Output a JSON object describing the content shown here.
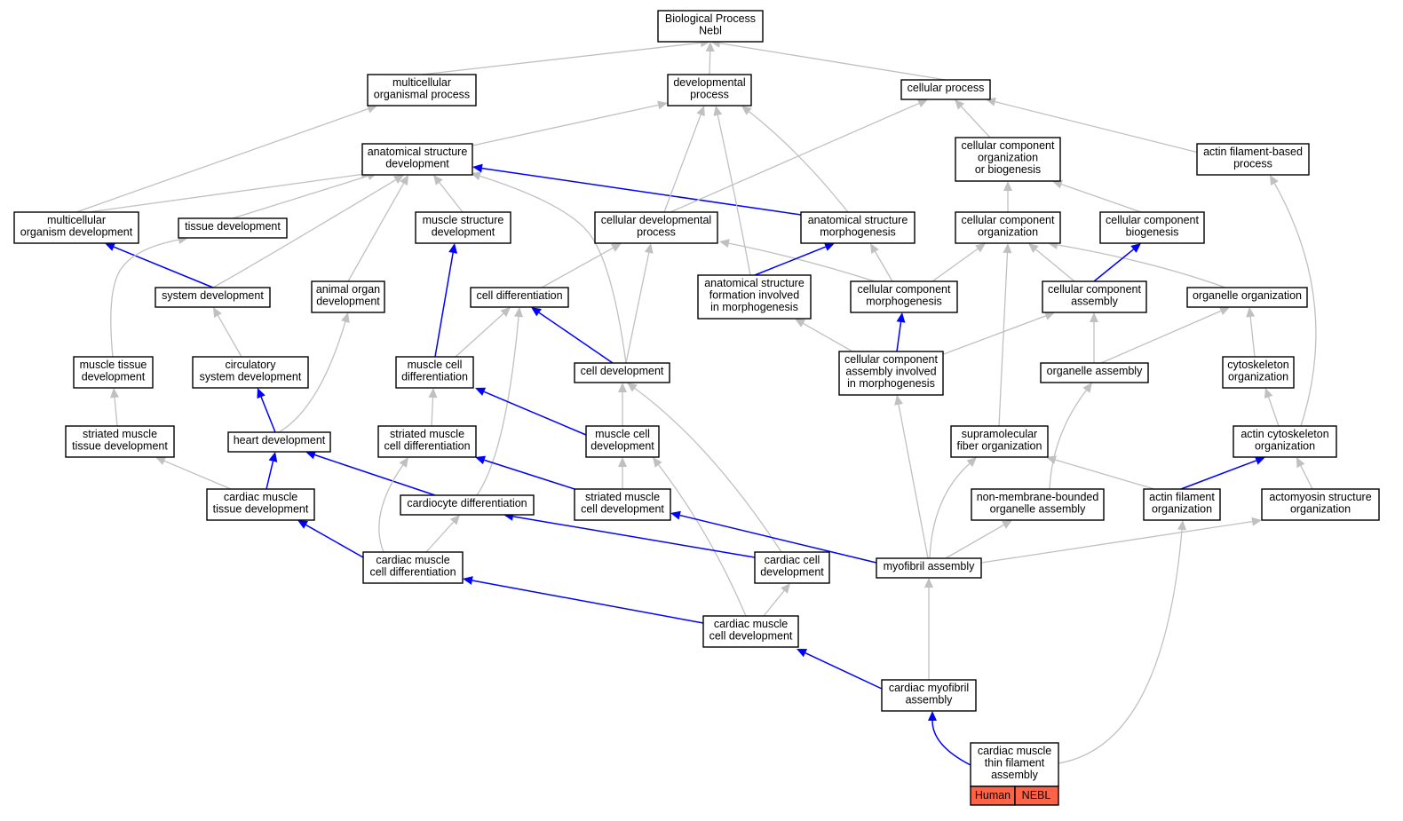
{
  "colors": {
    "edge_default": "#c0c0c0",
    "edge_highlight": "#0000ff",
    "annotation_fill": "#ff6347",
    "node_border": "#000000",
    "background": "#ffffff"
  },
  "nodes": {
    "bp": [
      "Biological Process",
      "Nebl"
    ],
    "mop": [
      "multicellular",
      "organismal process"
    ],
    "dp": [
      "developmental",
      "process"
    ],
    "cp": [
      "cellular process"
    ],
    "asd": [
      "anatomical structure",
      "development"
    ],
    "ccob": [
      "cellular component",
      "organization",
      "or biogenesis"
    ],
    "afbp": [
      "actin filament-based",
      "process"
    ],
    "mod": [
      "multicellular",
      "organism development"
    ],
    "td": [
      "tissue development"
    ],
    "msd": [
      "muscle structure",
      "development"
    ],
    "cdp": [
      "cellular developmental",
      "process"
    ],
    "asm": [
      "anatomical structure",
      "morphogenesis"
    ],
    "cco": [
      "cellular component",
      "organization"
    ],
    "ccb": [
      "cellular component",
      "biogenesis"
    ],
    "sd": [
      "system development"
    ],
    "aod": [
      "animal organ",
      "development"
    ],
    "cdiff": [
      "cell differentiation"
    ],
    "asfm": [
      "anatomical structure",
      "formation involved",
      "in morphogenesis"
    ],
    "ccm": [
      "cellular component",
      "morphogenesis"
    ],
    "cca": [
      "cellular component",
      "assembly"
    ],
    "oo": [
      "organelle organization"
    ],
    "mtd": [
      "muscle tissue",
      "development"
    ],
    "csd": [
      "circulatory",
      "system development"
    ],
    "mcd": [
      "muscle cell",
      "differentiation"
    ],
    "cdev": [
      "cell development"
    ],
    "ccaim": [
      "cellular component",
      "assembly involved",
      "in morphogenesis"
    ],
    "oa": [
      "organelle assembly"
    ],
    "co": [
      "cytoskeleton",
      "organization"
    ],
    "smtd": [
      "striated muscle",
      "tissue development"
    ],
    "hd": [
      "heart development"
    ],
    "smcd": [
      "striated muscle",
      "cell differentiation"
    ],
    "mcdev": [
      "muscle cell",
      "development"
    ],
    "sfo": [
      "supramolecular",
      "fiber organization"
    ],
    "aco": [
      "actin cytoskeleton",
      "organization"
    ],
    "cmtd": [
      "cardiac muscle",
      "tissue development"
    ],
    "cardiod": [
      "cardiocyte differentiation"
    ],
    "smcdev": [
      "striated muscle",
      "cell development"
    ],
    "nmboa": [
      "non-membrane-bounded",
      "organelle assembly"
    ],
    "afo": [
      "actin filament",
      "organization"
    ],
    "amso": [
      "actomyosin structure",
      "organization"
    ],
    "cmcd": [
      "cardiac muscle",
      "cell differentiation"
    ],
    "ccd": [
      "cardiac cell",
      "development"
    ],
    "ma": [
      "myofibril assembly"
    ],
    "cmcdev": [
      "cardiac muscle",
      "cell development"
    ],
    "cma": [
      "cardiac myofibril",
      "assembly"
    ],
    "cmtfa": [
      "cardiac muscle",
      "thin filament",
      "assembly"
    ]
  },
  "annotation": {
    "species": "Human",
    "gene": "NEBL"
  },
  "edges": [
    {
      "from": "mop",
      "to": "bp",
      "kind": "gray"
    },
    {
      "from": "dp",
      "to": "bp",
      "kind": "gray"
    },
    {
      "from": "cp",
      "to": "bp",
      "kind": "gray"
    },
    {
      "from": "asd",
      "to": "dp",
      "kind": "gray"
    },
    {
      "from": "ccob",
      "to": "cp",
      "kind": "gray"
    },
    {
      "from": "afbp",
      "to": "cp",
      "kind": "gray"
    },
    {
      "from": "mod",
      "to": "mop",
      "kind": "gray"
    },
    {
      "from": "mod",
      "to": "asd",
      "kind": "gray"
    },
    {
      "from": "td",
      "to": "asd",
      "kind": "gray"
    },
    {
      "from": "msd",
      "to": "asd",
      "kind": "gray"
    },
    {
      "from": "sd",
      "to": "asd",
      "kind": "gray"
    },
    {
      "from": "aod",
      "to": "asd",
      "kind": "gray"
    },
    {
      "from": "cdev",
      "to": "asd",
      "kind": "gray"
    },
    {
      "from": "asm",
      "to": "asd",
      "kind": "blue"
    },
    {
      "from": "cdp",
      "to": "dp",
      "kind": "gray"
    },
    {
      "from": "cdp",
      "to": "cp",
      "kind": "gray"
    },
    {
      "from": "asm",
      "to": "dp",
      "kind": "gray"
    },
    {
      "from": "asfm",
      "to": "dp",
      "kind": "gray"
    },
    {
      "from": "cco",
      "to": "ccob",
      "kind": "gray"
    },
    {
      "from": "ccb",
      "to": "ccob",
      "kind": "gray"
    },
    {
      "from": "sd",
      "to": "mod",
      "kind": "blue"
    },
    {
      "from": "mtd",
      "to": "td",
      "kind": "gray"
    },
    {
      "from": "mcd",
      "to": "msd",
      "kind": "blue"
    },
    {
      "from": "cdiff",
      "to": "cdp",
      "kind": "gray"
    },
    {
      "from": "cdev",
      "to": "cdp",
      "kind": "gray"
    },
    {
      "from": "ccm",
      "to": "cdp",
      "kind": "gray"
    },
    {
      "from": "asfm",
      "to": "asm",
      "kind": "blue"
    },
    {
      "from": "ccm",
      "to": "asm",
      "kind": "gray"
    },
    {
      "from": "ccm",
      "to": "cco",
      "kind": "gray"
    },
    {
      "from": "cca",
      "to": "cco",
      "kind": "gray"
    },
    {
      "from": "oo",
      "to": "cco",
      "kind": "gray"
    },
    {
      "from": "sfo",
      "to": "cco",
      "kind": "gray"
    },
    {
      "from": "cca",
      "to": "ccb",
      "kind": "blue"
    },
    {
      "from": "csd",
      "to": "sd",
      "kind": "gray"
    },
    {
      "from": "hd",
      "to": "aod",
      "kind": "gray"
    },
    {
      "from": "mcd",
      "to": "cdiff",
      "kind": "gray"
    },
    {
      "from": "cdev",
      "to": "cdiff",
      "kind": "blue"
    },
    {
      "from": "cardiod",
      "to": "cdiff",
      "kind": "gray"
    },
    {
      "from": "ccaim",
      "to": "asfm",
      "kind": "gray"
    },
    {
      "from": "ccaim",
      "to": "ccm",
      "kind": "blue"
    },
    {
      "from": "ccaim",
      "to": "cca",
      "kind": "gray"
    },
    {
      "from": "oa",
      "to": "cca",
      "kind": "gray"
    },
    {
      "from": "oa",
      "to": "oo",
      "kind": "gray"
    },
    {
      "from": "co",
      "to": "oo",
      "kind": "gray"
    },
    {
      "from": "smtd",
      "to": "mtd",
      "kind": "gray"
    },
    {
      "from": "hd",
      "to": "csd",
      "kind": "blue"
    },
    {
      "from": "smcd",
      "to": "mcd",
      "kind": "gray"
    },
    {
      "from": "mcdev",
      "to": "mcd",
      "kind": "blue"
    },
    {
      "from": "mcdev",
      "to": "cdev",
      "kind": "gray"
    },
    {
      "from": "ccd",
      "to": "cdev",
      "kind": "gray"
    },
    {
      "from": "ma",
      "to": "ccaim",
      "kind": "gray"
    },
    {
      "from": "nmboa",
      "to": "oa",
      "kind": "gray"
    },
    {
      "from": "aco",
      "to": "co",
      "kind": "gray"
    },
    {
      "from": "aco",
      "to": "afbp",
      "kind": "gray"
    },
    {
      "from": "cmtd",
      "to": "smtd",
      "kind": "gray"
    },
    {
      "from": "cmtd",
      "to": "hd",
      "kind": "blue"
    },
    {
      "from": "cardiod",
      "to": "hd",
      "kind": "blue"
    },
    {
      "from": "smcdev",
      "to": "smcd",
      "kind": "blue"
    },
    {
      "from": "cmcd",
      "to": "smcd",
      "kind": "gray"
    },
    {
      "from": "smcdev",
      "to": "mcdev",
      "kind": "gray"
    },
    {
      "from": "cmcdev",
      "to": "mcdev",
      "kind": "gray"
    },
    {
      "from": "ma",
      "to": "sfo",
      "kind": "gray"
    },
    {
      "from": "afo",
      "to": "sfo",
      "kind": "gray"
    },
    {
      "from": "afo",
      "to": "aco",
      "kind": "blue"
    },
    {
      "from": "amso",
      "to": "aco",
      "kind": "gray"
    },
    {
      "from": "cmcd",
      "to": "cmtd",
      "kind": "blue"
    },
    {
      "from": "cmcd",
      "to": "cardiod",
      "kind": "gray"
    },
    {
      "from": "ccd",
      "to": "cardiod",
      "kind": "blue"
    },
    {
      "from": "ma",
      "to": "smcdev",
      "kind": "blue"
    },
    {
      "from": "ma",
      "to": "nmboa",
      "kind": "gray"
    },
    {
      "from": "ma",
      "to": "amso",
      "kind": "gray"
    },
    {
      "from": "cmtfa",
      "to": "afo",
      "kind": "gray"
    },
    {
      "from": "cmcdev",
      "to": "cmcd",
      "kind": "blue"
    },
    {
      "from": "cmcdev",
      "to": "ccd",
      "kind": "gray"
    },
    {
      "from": "cma",
      "to": "ma",
      "kind": "gray"
    },
    {
      "from": "cma",
      "to": "cmcdev",
      "kind": "blue"
    },
    {
      "from": "cmtfa",
      "to": "cma",
      "kind": "blue"
    }
  ]
}
